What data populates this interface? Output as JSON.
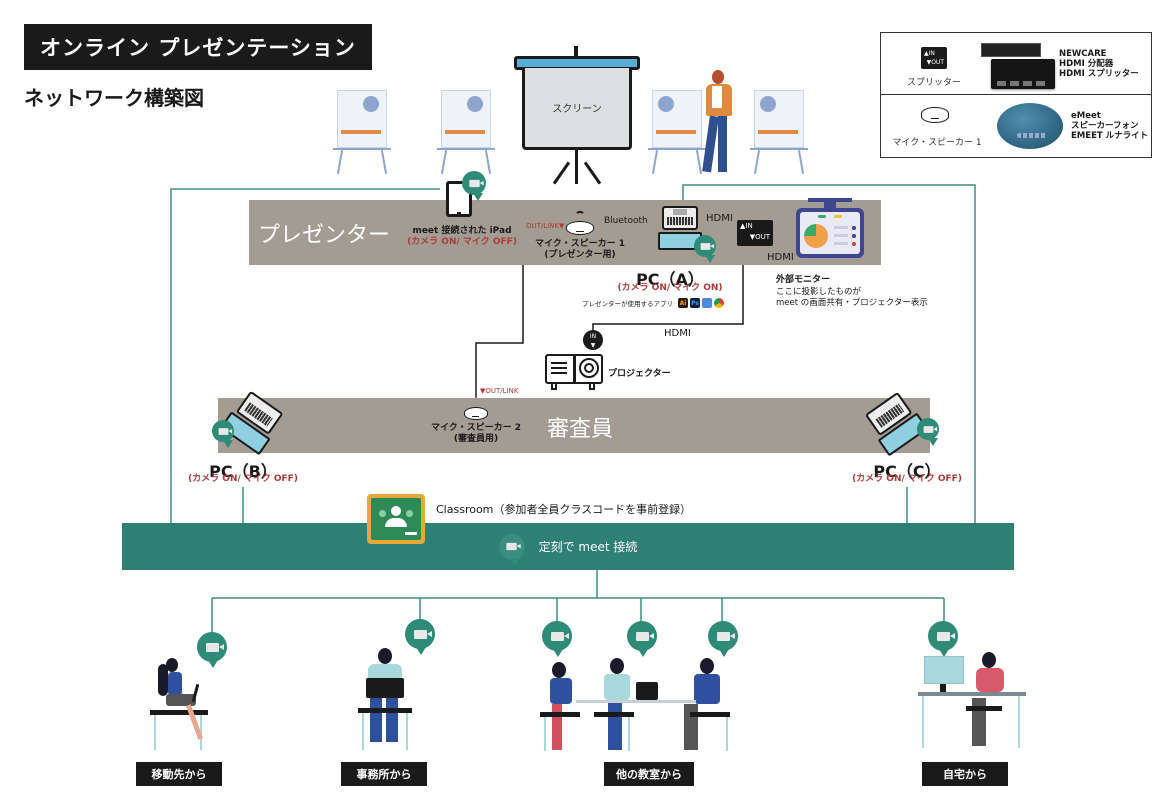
{
  "header": {
    "title": "オンライン プレゼンテーション",
    "subtitle": "ネットワーク構築図"
  },
  "legend": {
    "rows": [
      {
        "icon_label_in": "▲IN",
        "icon_label_out": "▼OUT",
        "label": "スプリッター",
        "product_lines": "NEWCARE\nHDMI 分配器\nHDMI スプリッター"
      },
      {
        "label": "マイク・スピーカー 1",
        "product_lines": "eMeet\nスピーカーフォン\nEMEET ルナライト"
      }
    ]
  },
  "stage": {
    "screen_label": "スクリーン"
  },
  "presenter_zone": {
    "label": "プレゼンター",
    "ipad": {
      "name": "meet 接続された iPad",
      "status": "(カメラ ON/ マイク OFF)"
    },
    "mic1": {
      "port": "OUT/LINK▼",
      "name": "マイク・スピーカー 1",
      "note": "(プレゼンター用)"
    },
    "bluetooth_label": "Bluetooth",
    "pc_a": {
      "name": "PC（A）",
      "status": "(カメラ ON/ マイク ON)",
      "apps_label": "プレゼンターが使用するアプリ",
      "apps": [
        "Ai",
        "Ps",
        "Keynote",
        "Chrome"
      ]
    },
    "hdmi_label_1": "HDMI",
    "hdmi_label_2": "HDMI",
    "hdmi_label_3": "HDMI",
    "splitter": {
      "in": "▲IN",
      "out": "▼OUT"
    },
    "monitor": {
      "title": "外部モニター",
      "desc_1": "ここに投影したものが",
      "desc_2": "meet の画面共有・プロジェクター表示"
    },
    "projector": {
      "in": "IN",
      "label": "プロジェクター"
    }
  },
  "judge_zone": {
    "label": "審査員",
    "mic2": {
      "port": "▼OUT/LINK",
      "name": "マイク・スピーカー 2",
      "note": "(審査員用)"
    },
    "pc_b": {
      "name": "PC（B）",
      "status": "(カメラ ON/ マイク OFF)"
    },
    "pc_c": {
      "name": "PC（C）",
      "status": "(カメラ ON/ マイク OFF)"
    }
  },
  "meet_bar": {
    "classroom_label": "Classroom（参加者全員クラスコードを事前登録）",
    "meet_label": "定刻で meet 接続"
  },
  "locations": [
    {
      "label": "移動先から"
    },
    {
      "label": "事務所から"
    },
    {
      "label": "他の教室から"
    },
    {
      "label": "自宅から"
    }
  ],
  "colors": {
    "band": "#a29c93",
    "meet_green": "#2e8075",
    "wire_teal": "#3f8f84",
    "status_red": "#b03a3a",
    "dark": "#1a1a1a"
  }
}
